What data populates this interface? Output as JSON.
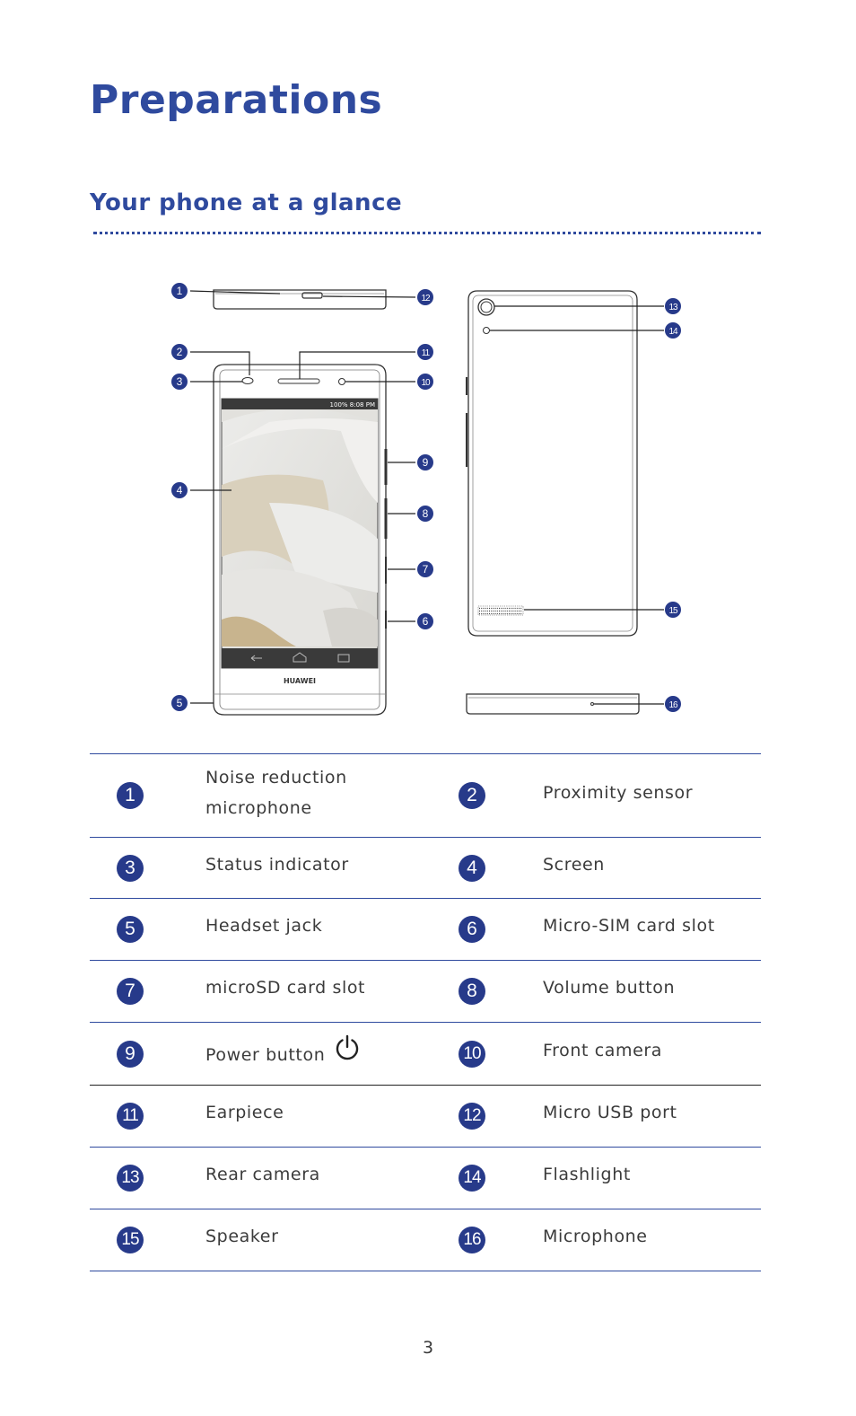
{
  "title": "Preparations",
  "section_title": "Your phone at a glance",
  "figure": {
    "brand": "HUAWEI",
    "status_bar": "100% 8:08 PM",
    "callout_numbers": [
      "1",
      "2",
      "3",
      "4",
      "5",
      "6",
      "7",
      "8",
      "9",
      "10",
      "11",
      "12",
      "13",
      "14",
      "15",
      "16"
    ]
  },
  "parts": [
    {
      "left": {
        "num": "1",
        "label": "Noise reduction microphone"
      },
      "right": {
        "num": "2",
        "label": "Proximity sensor"
      }
    },
    {
      "left": {
        "num": "3",
        "label": "Status indicator"
      },
      "right": {
        "num": "4",
        "label": "Screen"
      }
    },
    {
      "left": {
        "num": "5",
        "label": "Headset jack"
      },
      "right": {
        "num": "6",
        "label": "Micro-SIM card slot"
      }
    },
    {
      "left": {
        "num": "7",
        "label": "microSD card slot"
      },
      "right": {
        "num": "8",
        "label": "Volume button"
      }
    },
    {
      "left": {
        "num": "9",
        "label": "Power button"
      },
      "right": {
        "num": "10",
        "label": "Front camera"
      }
    },
    {
      "left": {
        "num": "11",
        "label": "Earpiece"
      },
      "right": {
        "num": "12",
        "label": "Micro USB port"
      }
    },
    {
      "left": {
        "num": "13",
        "label": "Rear camera"
      },
      "right": {
        "num": "14",
        "label": "Flashlight"
      }
    },
    {
      "left": {
        "num": "15",
        "label": "Speaker"
      },
      "right": {
        "num": "16",
        "label": "Microphone"
      }
    }
  ],
  "page_number": "3",
  "colors": {
    "heading": "#2f4a9e",
    "badge": "#273a8a"
  }
}
